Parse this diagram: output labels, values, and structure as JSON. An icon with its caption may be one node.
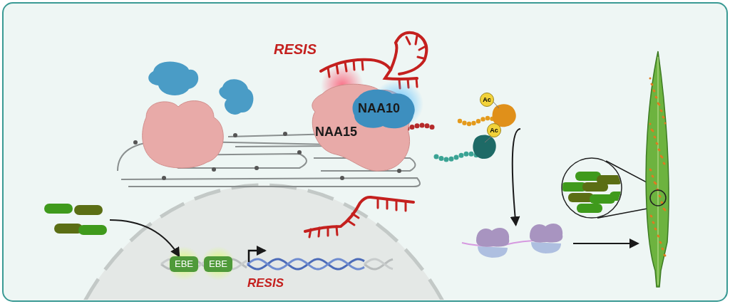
{
  "diagram": {
    "nodes": [
      {
        "text": [],
        "shape": "picture"
      },
      {
        "text": [
          "EBE"
        ]
      },
      {
        "text": [
          "EBE"
        ]
      },
      {
        "text": [
          "NAA15"
        ]
      },
      {
        "text": [
          "NAA10"
        ]
      },
      {
        "text": [],
        "shape": "picture"
      },
      {
        "text": [
          "Ac"
        ],
        "in": 5
      },
      {
        "text": [
          "Ac"
        ],
        "in": 5
      },
      {
        "text": [],
        "shape": "picture"
      },
      {
        "text": [],
        "shape": "circle"
      },
      {
        "text": [],
        "shape": "picture"
      },
      {
        "text": [],
        "shape": "circle",
        "in": 10
      }
    ],
    "edges": [
      {
        "from": 0,
        "to": 1,
        "arrow": "to"
      },
      {
        "from": 5,
        "to": 8,
        "arrow": "to"
      },
      {
        "from": 8,
        "to": 10,
        "arrow": "to"
      },
      {
        "from": 9,
        "to": 11,
        "arrow": "none"
      }
    ],
    "labels": [
      "RESIS",
      "RESIS"
    ]
  }
}
